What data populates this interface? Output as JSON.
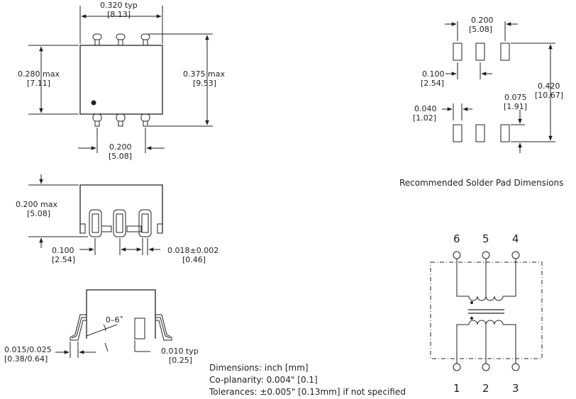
{
  "top_view": {
    "width_typ": {
      "inch": "0.320  typ",
      "mm": "[8.13]"
    },
    "height_max": {
      "inch": "0.280  max",
      "mm": "[7.11]"
    },
    "lead_span_max": {
      "inch": "0.375  max",
      "mm": "[9.53]"
    },
    "pin_pitch_span": {
      "inch": "0.200",
      "mm": "[5.08]"
    }
  },
  "side_view": {
    "height_max": {
      "inch": "0.200  max",
      "mm": "[5.08]"
    },
    "pitch": {
      "inch": "0.100",
      "mm": "[2.54]"
    },
    "lead_width": {
      "inch": "0.018±0.002",
      "mm": "[0.46]"
    }
  },
  "end_view": {
    "angle": "0–6˚",
    "foot_length": {
      "inch": "0.015/0.025",
      "mm": "[0.38/0.64]"
    },
    "lead_thickness": {
      "inch": "0.010  typ",
      "mm": "[0.25]"
    }
  },
  "notes": {
    "line1": "Dimensions: inch [mm]",
    "line2": "Co-planarity: 0.004\" [0.1]",
    "line3": "Tolerances: ±0.005\" [0.13mm] if not specified"
  },
  "solder_pads": {
    "title": "Recommended Solder Pad Dimensions",
    "pad_span": {
      "inch": "0.200",
      "mm": "[5.08]"
    },
    "pitch": {
      "inch": "0.100",
      "mm": "[2.54]"
    },
    "overall_height": {
      "inch": "0.420",
      "mm": "[10.67]"
    },
    "pad_length": {
      "inch": "0.075",
      "mm": "[1.91]"
    },
    "pad_width": {
      "inch": "0.040",
      "mm": "[1.02]"
    }
  },
  "schematic": {
    "top_pins": [
      "6",
      "5",
      "4"
    ],
    "bottom_pins": [
      "1",
      "2",
      "3"
    ]
  }
}
